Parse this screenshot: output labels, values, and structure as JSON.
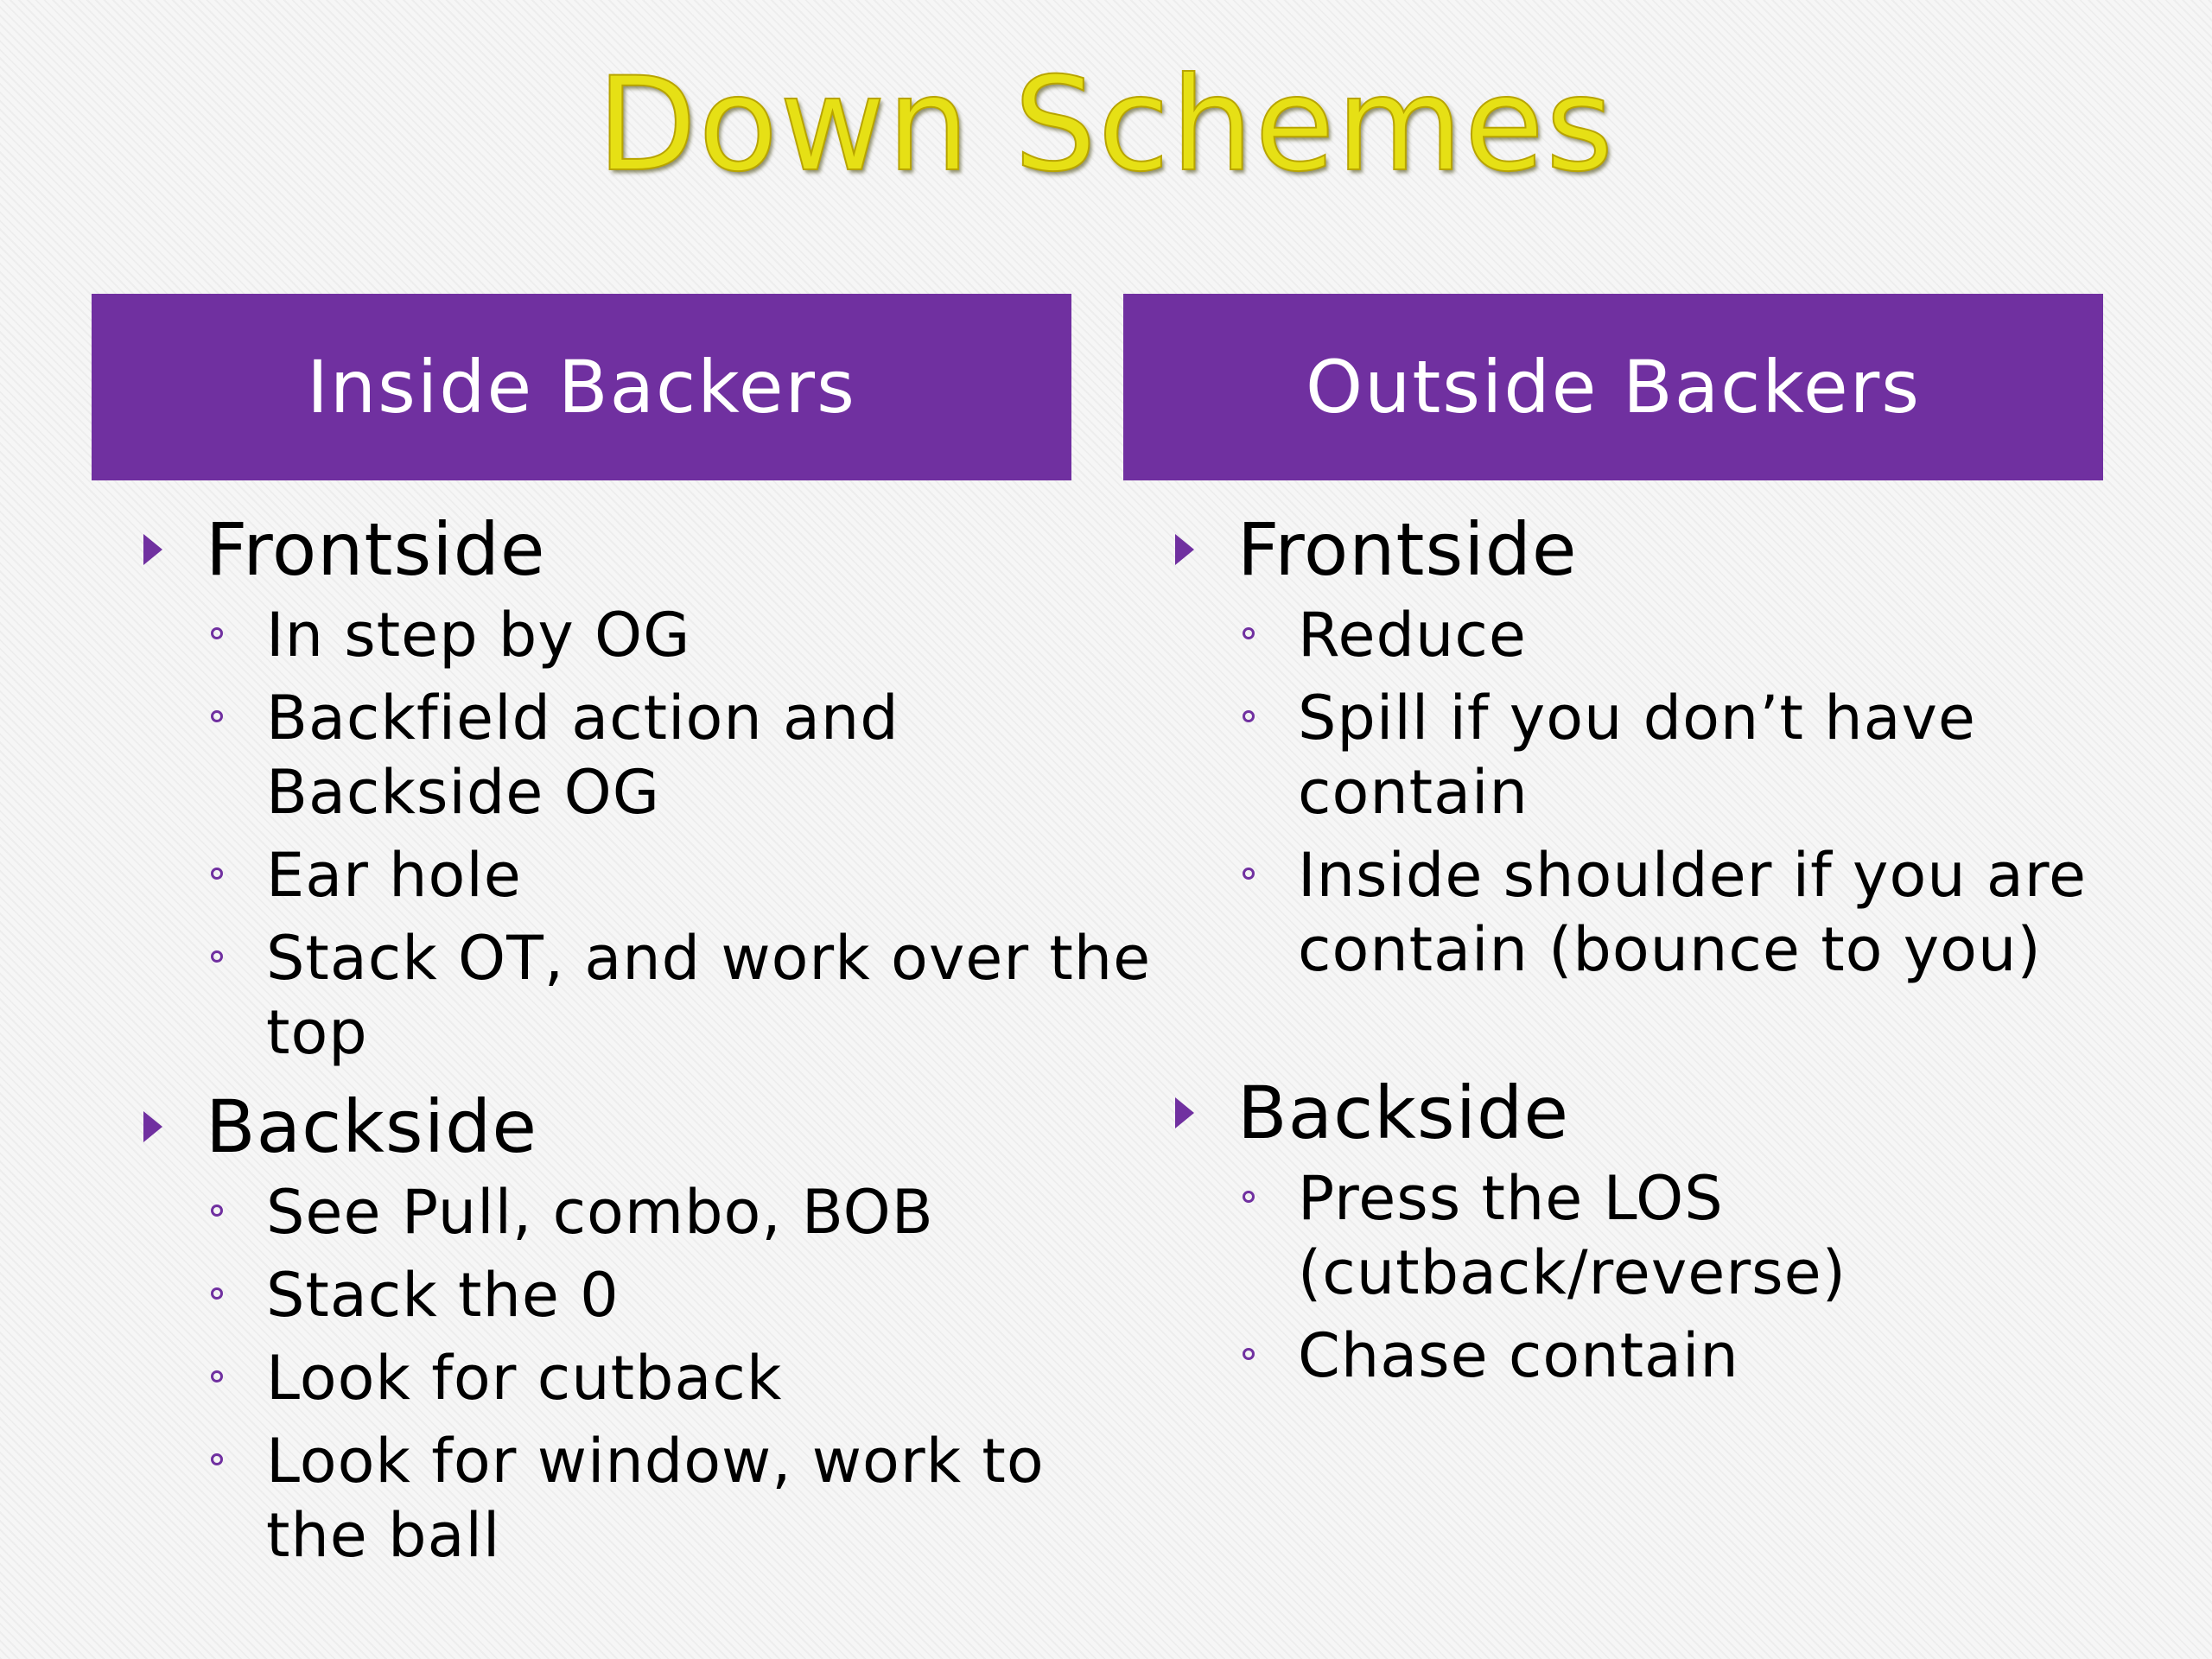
{
  "title": "Down Schemes",
  "columns": [
    {
      "header": "Inside Backers",
      "sections": [
        {
          "heading": "Frontside",
          "items": [
            "In step by OG",
            "Backfield action and Backside OG",
            "Ear hole",
            "Stack OT, and work over the top"
          ]
        },
        {
          "heading": "Backside",
          "items": [
            "See Pull, combo, BOB",
            "Stack the 0",
            "Look for cutback",
            "Look for window, work to the ball"
          ]
        }
      ]
    },
    {
      "header": "Outside Backers",
      "sections": [
        {
          "heading": "Frontside",
          "items": [
            "Reduce",
            "Spill if you don’t have contain",
            "Inside shoulder if you are contain (bounce to you)"
          ]
        },
        {
          "heading": "Backside",
          "items": [
            "Press the LOS (cutback/reverse)",
            "Chase contain"
          ]
        }
      ]
    }
  ],
  "colors": {
    "title": "#e6e015",
    "header_bg": "#7030a0",
    "header_text": "#ffffff",
    "bullet": "#7030a0"
  },
  "icons": {
    "section_bullet": "triangle-bullet-icon",
    "item_bullet": "circle-bullet-icon"
  }
}
